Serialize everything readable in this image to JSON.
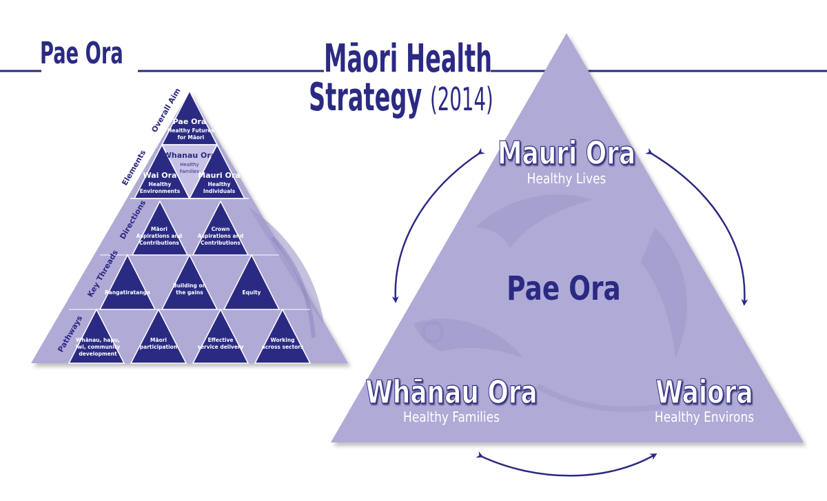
{
  "titles": {
    "left": "Pae Ora",
    "main_line1": "Māori Health",
    "main_line2": "Strategy",
    "main_year": "(2014)"
  },
  "small_pyramid": {
    "side_labels": {
      "overall_aim": "Overall Aim",
      "elements": "Elements",
      "directions": "Directions",
      "key_threads": "Key Threads",
      "pathways": "Pathways"
    },
    "apex": {
      "title": "Pae Ora",
      "line1": "Healthy Futures",
      "line2": "for Māori"
    },
    "elements": {
      "whanau": {
        "title": "Whanau Ora",
        "line1": "Healthy",
        "line2": "Families"
      },
      "wai": {
        "title": "Wai Ora",
        "line1": "Healthy",
        "line2": "Environments"
      },
      "mauri": {
        "title": "Mauri Ora",
        "line1": "Healthy",
        "line2": "Individuals"
      }
    },
    "directions": {
      "maori": {
        "line1": "Māori",
        "line2": "Aspirations and",
        "line3": "Contributions"
      },
      "crown": {
        "line1": "Crown",
        "line2": "Aspirations and",
        "line3": "Contributions"
      }
    },
    "key_threads": {
      "rangatiratanga": "Rangatiratanga",
      "building": {
        "line1": "Building on",
        "line2": "the gains"
      },
      "equity": "Equity"
    },
    "pathways": {
      "whanau_hapu": {
        "line1": "Whānau, hapu,",
        "line2": "iwi, community",
        "line3": "development"
      },
      "maori_participation": {
        "line1": "Māori",
        "line2": "participation"
      },
      "effective": {
        "line1": "Effective",
        "line2": "service delivery"
      },
      "working": {
        "line1": "Working",
        "line2": "across sectors"
      }
    }
  },
  "big_triangle": {
    "center": "Pae Ora",
    "top": {
      "title": "Mauri Ora",
      "subtitle": "Healthy Lives"
    },
    "left": {
      "title": "Whānau Ora",
      "subtitle": "Healthy Families"
    },
    "right": {
      "title": "Waiora",
      "subtitle": "Healthy Environs"
    }
  },
  "colors": {
    "dark_navy": "#2b2a83",
    "lavender": "#b0aad6",
    "lavender_dark": "#9d97c8",
    "white": "#ffffff"
  }
}
